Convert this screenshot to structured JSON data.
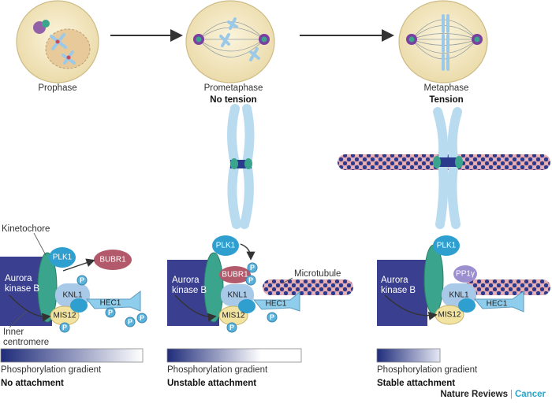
{
  "stages": [
    {
      "name": "Prophase",
      "subtitle": ""
    },
    {
      "name": "Prometaphase",
      "subtitle": "No tension"
    },
    {
      "name": "Metaphase",
      "subtitle": "Tension"
    }
  ],
  "labels": {
    "kinetochore": "Kinetochore",
    "inner_centromere_1": "Inner",
    "inner_centromere_2": "centromere",
    "microtubule": "Microtubule"
  },
  "panels": [
    {
      "aurora_line1": "Aurora",
      "aurora_line2": "kinase B",
      "plk1": "PLK1",
      "knl1": "KNL1",
      "mis12": "MIS12",
      "hec1": "HEC1",
      "bubr1": "BUBR1",
      "gradient_label": "Phosphorylation gradient",
      "attachment": "No attachment"
    },
    {
      "aurora_line1": "Aurora",
      "aurora_line2": "kinase B",
      "plk1": "PLK1",
      "knl1": "KNL1",
      "mis12": "MIS12",
      "hec1": "HEC1",
      "bubr1": "BUBR1",
      "gradient_label": "Phosphorylation gradient",
      "attachment": "Unstable attachment"
    },
    {
      "aurora_line1": "Aurora",
      "aurora_line2": "kinase B",
      "plk1": "PLK1",
      "knl1": "KNL1",
      "mis12": "MIS12",
      "hec1": "HEC1",
      "pp1": "PP1γ",
      "gradient_label": "Phosphorylation gradient",
      "attachment": "Stable attachment"
    }
  ],
  "phospho_symbol": "P",
  "footer": {
    "journal": "Nature Reviews",
    "section": "Cancer"
  },
  "colors": {
    "aurora": "#3a3f8f",
    "kinetochore": "#3aa58c",
    "plk1": "#2f9fd0",
    "knl1": "#a9c9e8",
    "mis12": "#f2e3a1",
    "hec1": "#8fcdec",
    "bubr1": "#b25a6b",
    "pp1": "#9b8fd0",
    "phospho": "#58b3dc",
    "chromosome": "#b9dbf0",
    "microtubule_a": "#2b3a8c",
    "microtubule_b": "#d69aa3"
  }
}
